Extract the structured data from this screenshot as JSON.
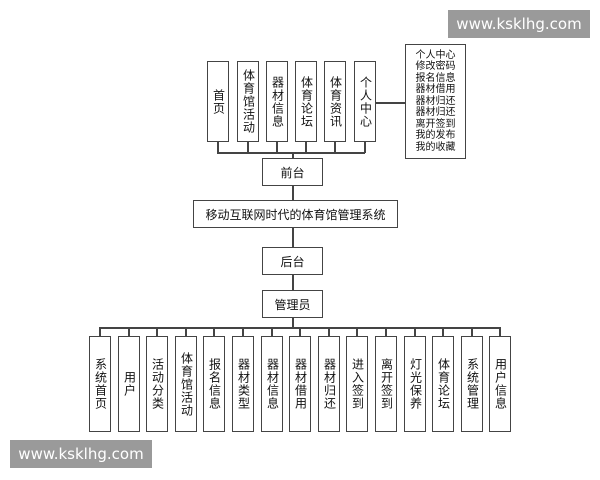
{
  "front": {
    "items": [
      "首页",
      "体育馆活动",
      "器材信息",
      "体育论坛",
      "体育资讯",
      "个人中心"
    ],
    "label": "前台",
    "personal_center_items": [
      "个人中心",
      "修改密码",
      "报名信息",
      "器材借用",
      "器材归还",
      "器材归还",
      "离开签到",
      "我的发布",
      "我的收藏"
    ]
  },
  "system": {
    "title": "移动互联网时代的体育馆管理系统"
  },
  "back": {
    "label": "后台",
    "admin": "管理员",
    "items": [
      "系统首页",
      "用户",
      "活动分类",
      "体育馆活动",
      "报名信息",
      "器材类型",
      "器材信息",
      "器材借用",
      "器材归还",
      "进入签到",
      "离开签到",
      "灯光保养",
      "体育论坛",
      "系统管理",
      "用户信息"
    ]
  },
  "watermarks": {
    "top": "www.ksklhg.com",
    "bottom": "www.ksklhg.com"
  }
}
